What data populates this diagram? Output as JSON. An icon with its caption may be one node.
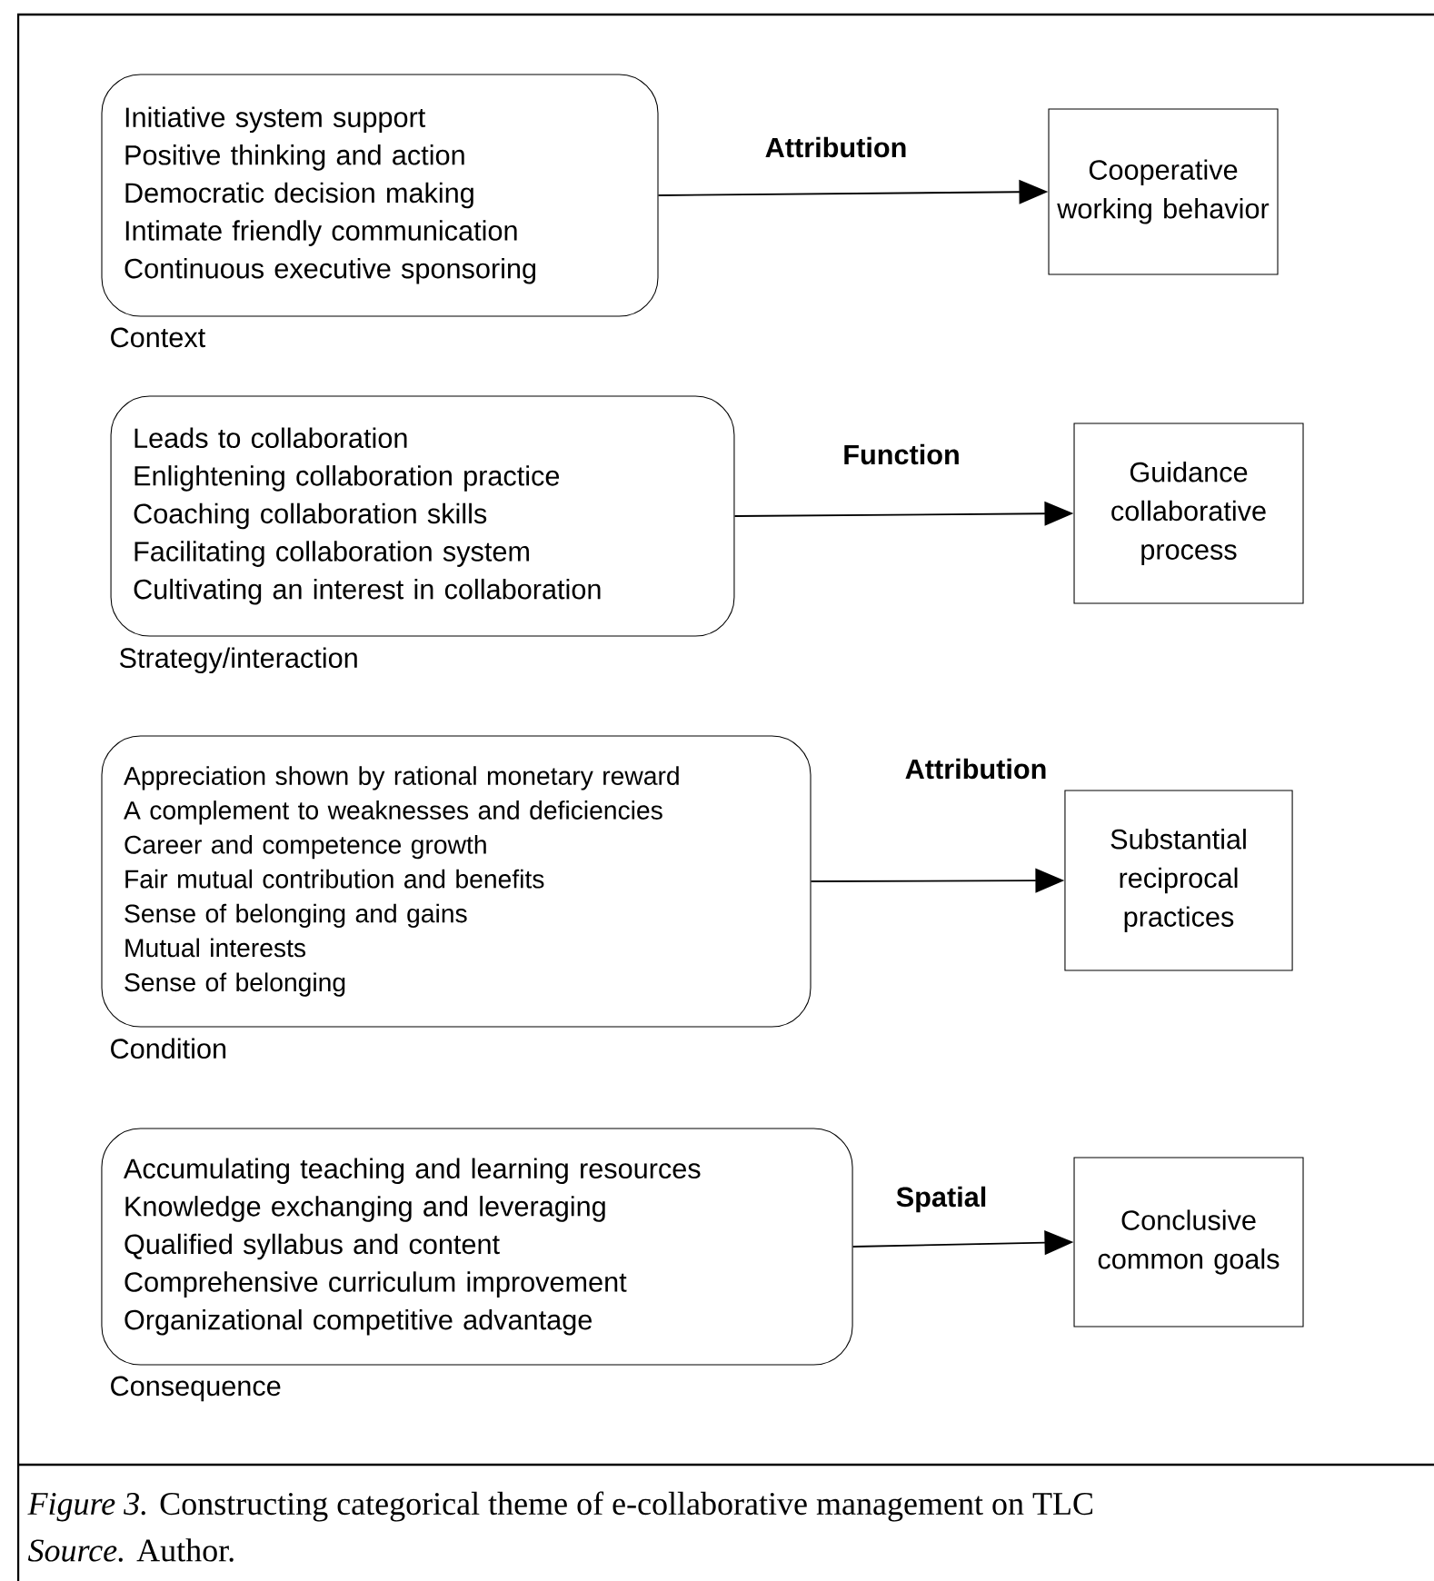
{
  "diagram": {
    "caption": "*Figure 3.* Constructing categorical theme of e-collaborative management on TLC",
    "nodes": [
      {
        "text": [
          "Initiative system support",
          "Positive thinking and action",
          "Democratic decision making",
          "Intimate friendly communication",
          "Continuous executive sponsoring"
        ],
        "beside": [
          "Context"
        ]
      },
      {
        "text": [
          "Cooperative working behavior"
        ]
      },
      {
        "text": [
          "Leads to collaboration",
          "Enlightening collaboration practice",
          "Coaching collaboration skills",
          "Facilitating collaboration system",
          "Cultivating an interest in collaboration"
        ],
        "beside": [
          "Strategy/interaction"
        ]
      },
      {
        "text": [
          "Guidance collaborative process"
        ]
      },
      {
        "text": [
          "Appreciation shown by rational monetary reward",
          "A complement to weaknesses and deficiencies",
          "Career and competence growth",
          "Fair mutual contribution and benefits",
          "Sense of belonging and gains",
          "Mutual interests",
          "Sense of belonging"
        ],
        "beside": [
          "Condition"
        ]
      },
      {
        "text": [
          "Substantial reciprocal practices"
        ]
      },
      {
        "text": [
          "Accumulating teaching and learning resources",
          "Knowledge exchanging and leveraging",
          "Qualified syllabus and content",
          "Comprehensive curriculum improvement",
          "Organizational competitive advantage"
        ],
        "beside": [
          "Consequence"
        ]
      },
      {
        "text": [
          "Conclusive common goals"
        ]
      }
    ],
    "edges": [
      {
        "from": 0,
        "to": 1,
        "arrow": "to",
        "label": "Attribution"
      },
      {
        "from": 2,
        "to": 3,
        "arrow": "to",
        "label": "Function"
      },
      {
        "from": 4,
        "to": 5,
        "arrow": "to",
        "label": "Attribution"
      },
      {
        "from": 6,
        "to": 7,
        "arrow": "to",
        "label": "Spatial"
      }
    ],
    "labels": [
      "*Source.* Author."
    ]
  }
}
